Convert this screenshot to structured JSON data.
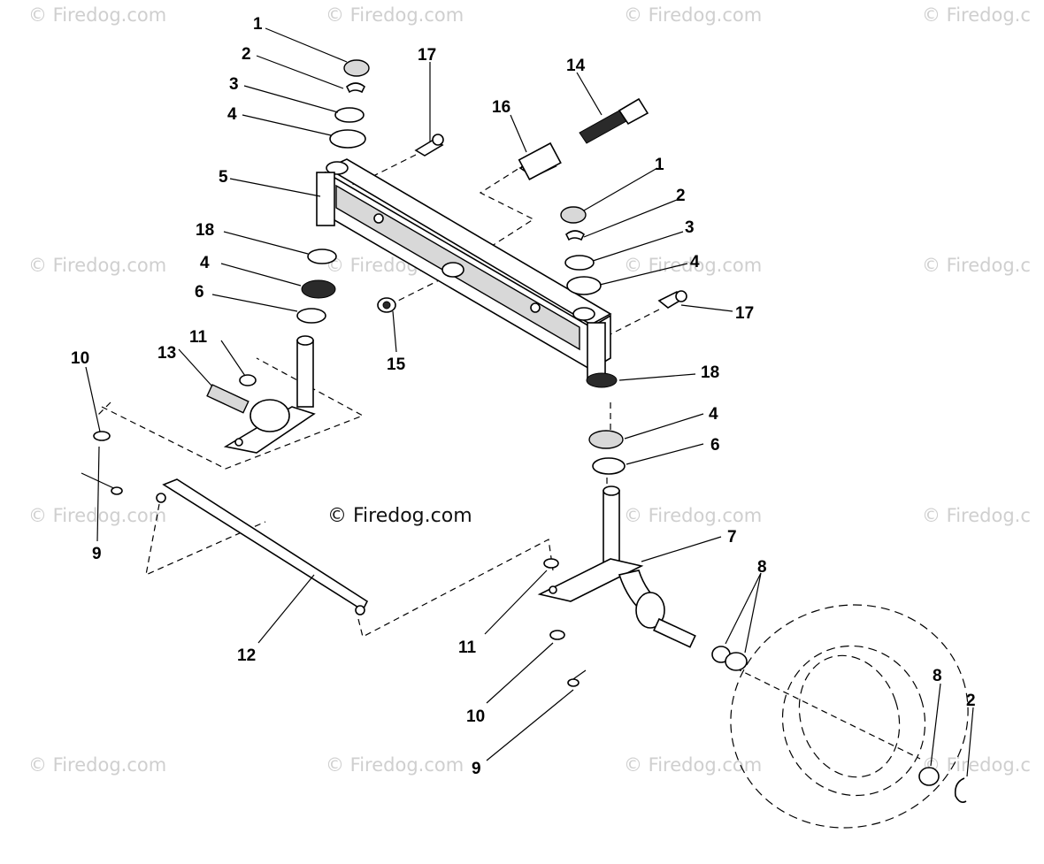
{
  "watermarks": {
    "text": "© Firedog.com",
    "partial": "© Firedog.c"
  },
  "copyright": "© Firedog.com",
  "callouts": {
    "c1a": "1",
    "c2a": "2",
    "c3a": "3",
    "c4a": "4",
    "c17a": "17",
    "c14": "14",
    "c16": "16",
    "c1b": "1",
    "c2b": "2",
    "c3b": "3",
    "c4b": "4",
    "c17b": "17",
    "c5": "5",
    "c18a": "18",
    "c4c": "4",
    "c6a": "6",
    "c11a": "11",
    "c13": "13",
    "c10a": "10",
    "c9a": "9",
    "c15": "15",
    "c18b": "18",
    "c4d": "4",
    "c6b": "6",
    "c7": "7",
    "c8a": "8",
    "c12": "12",
    "c11b": "11",
    "c10b": "10",
    "c9b": "9",
    "c8b": "8",
    "c2c": "2"
  },
  "colors": {
    "line": "#000000",
    "watermark": "#cfcfcf",
    "background": "#ffffff"
  }
}
